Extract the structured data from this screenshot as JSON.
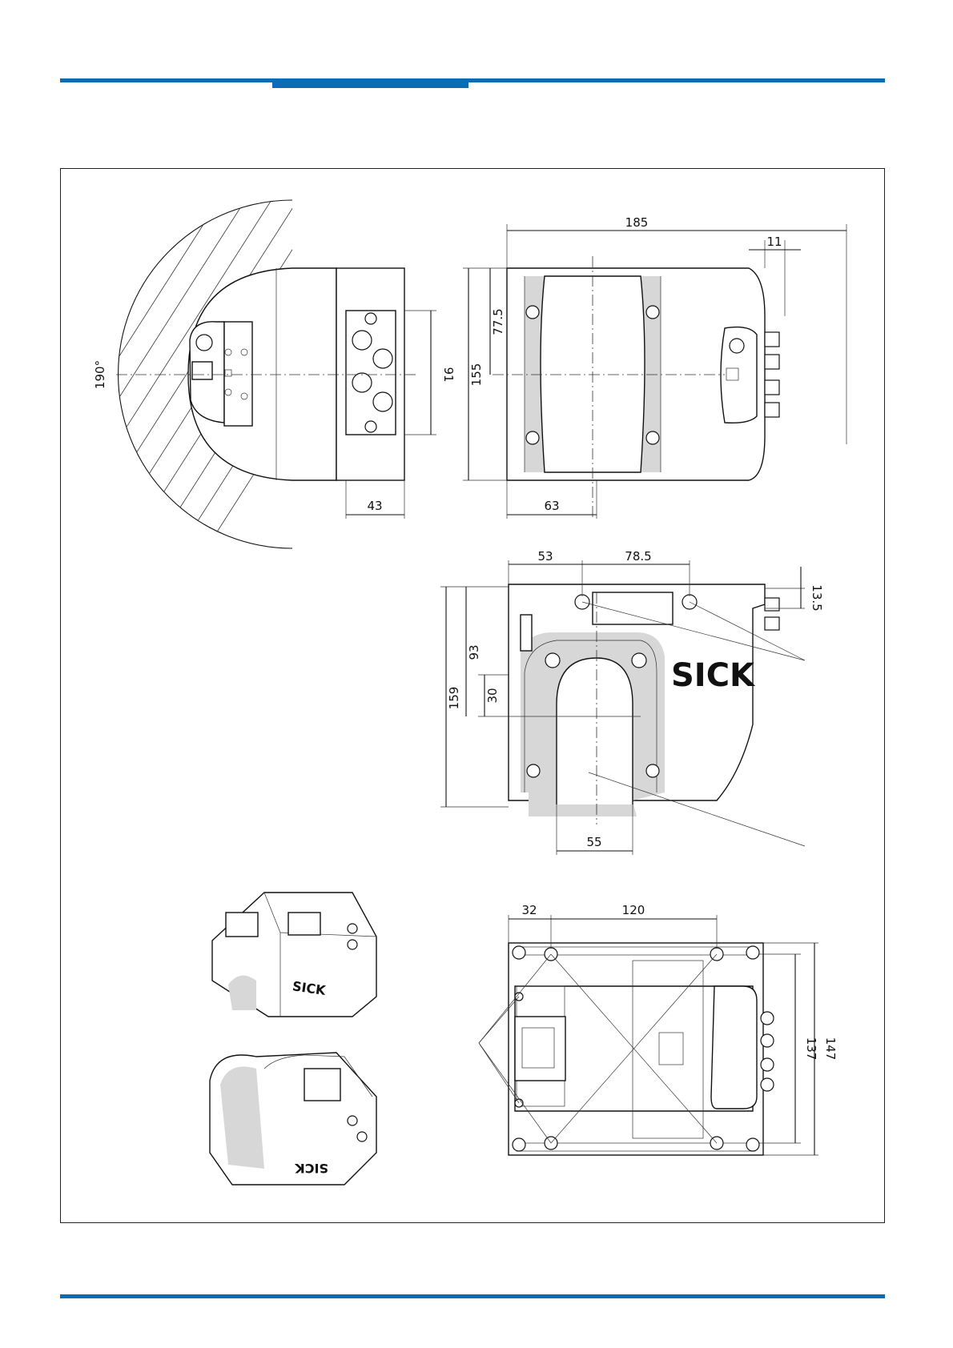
{
  "colors": {
    "accent_rule": "#0a6db3"
  },
  "drawing": {
    "brand_logo": "SICK",
    "dimensions": {
      "angle_190": "190°",
      "d_43": "43",
      "d_91": "91",
      "d_185": "185",
      "d_11": "11",
      "d_77_5": "77.5",
      "d_155": "155",
      "d_63": "63",
      "d_53": "53",
      "d_78_5": "78.5",
      "d_13_5": "13.5",
      "d_93": "93",
      "d_159": "159",
      "d_30": "30",
      "d_55": "55",
      "d_32": "32",
      "d_120": "120",
      "d_137": "137",
      "d_147": "147"
    }
  }
}
